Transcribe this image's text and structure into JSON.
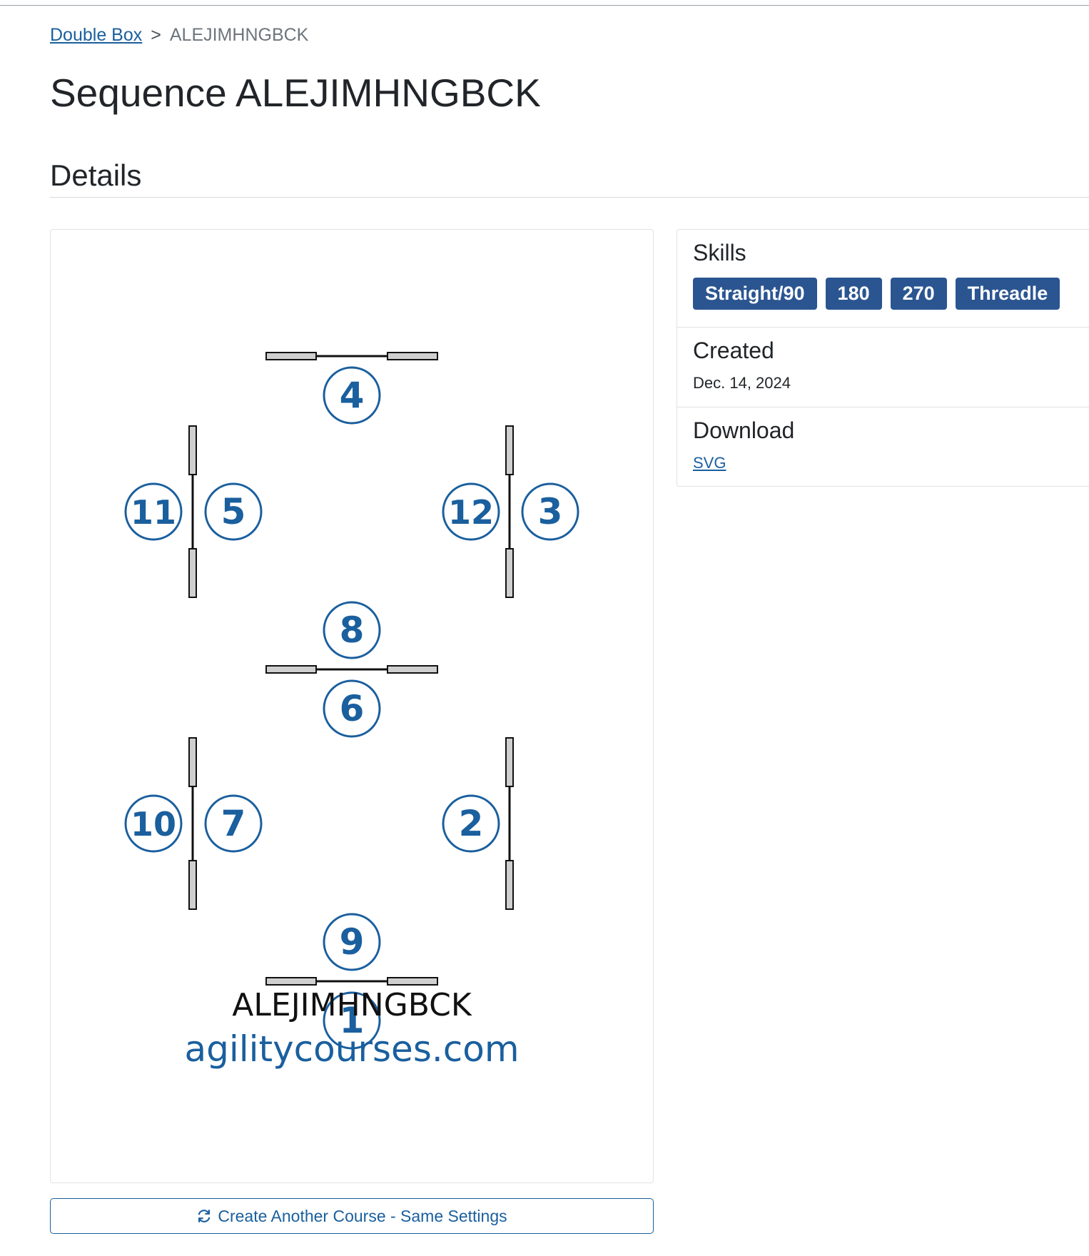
{
  "breadcrumb": {
    "parent_label": "Double Box",
    "separator": ">",
    "current_label": "ALEJIMHNGBCK"
  },
  "page_title": "Sequence ALEJIMHNGBCK",
  "section_title": "Details",
  "course_map": {
    "sequence_code": "ALEJIMHNGBCK",
    "site_name": "agilitycourses.com",
    "number_color": "#1a5f9e",
    "jump_numbers": [
      "1",
      "2",
      "3",
      "4",
      "5",
      "6",
      "7",
      "8",
      "9",
      "10",
      "11",
      "12"
    ]
  },
  "create_button": {
    "icon": "refresh-icon",
    "label": "Create Another Course - Same Settings"
  },
  "details": {
    "skills_heading": "Skills",
    "skills": [
      "Straight/90",
      "180",
      "270",
      "Threadle"
    ],
    "skill_color": "#2b5591",
    "created_heading": "Created",
    "created_value": "Dec. 14, 2024",
    "download_heading": "Download",
    "download_link": "SVG"
  }
}
